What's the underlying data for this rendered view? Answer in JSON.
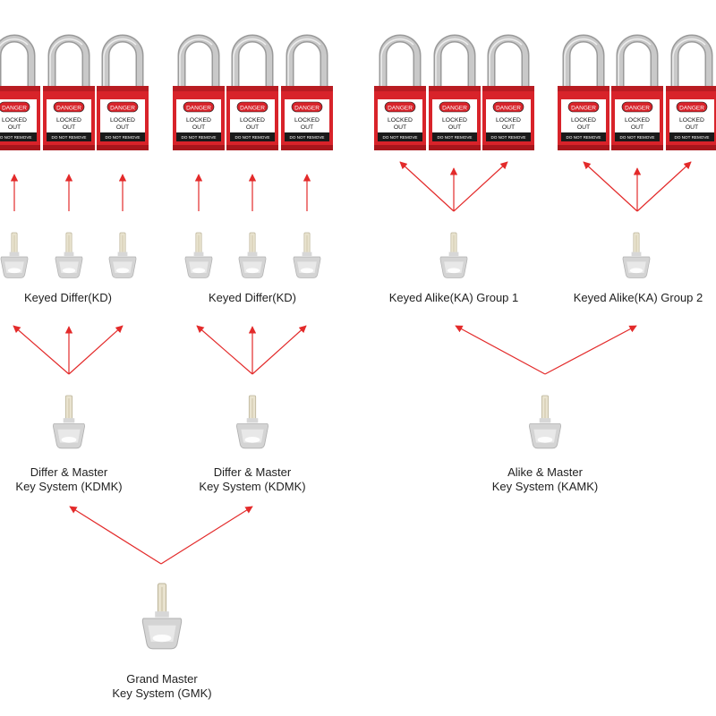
{
  "padlock": {
    "tag_top": "DANGER",
    "tag_middle_1": "LOCKED",
    "tag_middle_2": "OUT",
    "tag_bottom": "DO NOT REMOVE",
    "body_color": "#d8232a",
    "shackle_color": "#c9c9c9"
  },
  "arrow_color": "#e32a2a",
  "groups": {
    "kd1": "Keyed Differ(KD)",
    "kd2": "Keyed Differ(KD)",
    "ka1": "Keyed Alike(KA) Group 1",
    "ka2": "Keyed Alike(KA) Group 2"
  },
  "systems": {
    "kdmk1_line1": "Differ & Master",
    "kdmk1_line2": "Key System (KDMK)",
    "kdmk2_line1": "Differ & Master",
    "kdmk2_line2": "Key System (KDMK)",
    "kamk_line1": "Alike & Master",
    "kamk_line2": "Key System (KAMK)",
    "gmk_line1": "Grand Master",
    "gmk_line2": "Key System (GMK)"
  }
}
